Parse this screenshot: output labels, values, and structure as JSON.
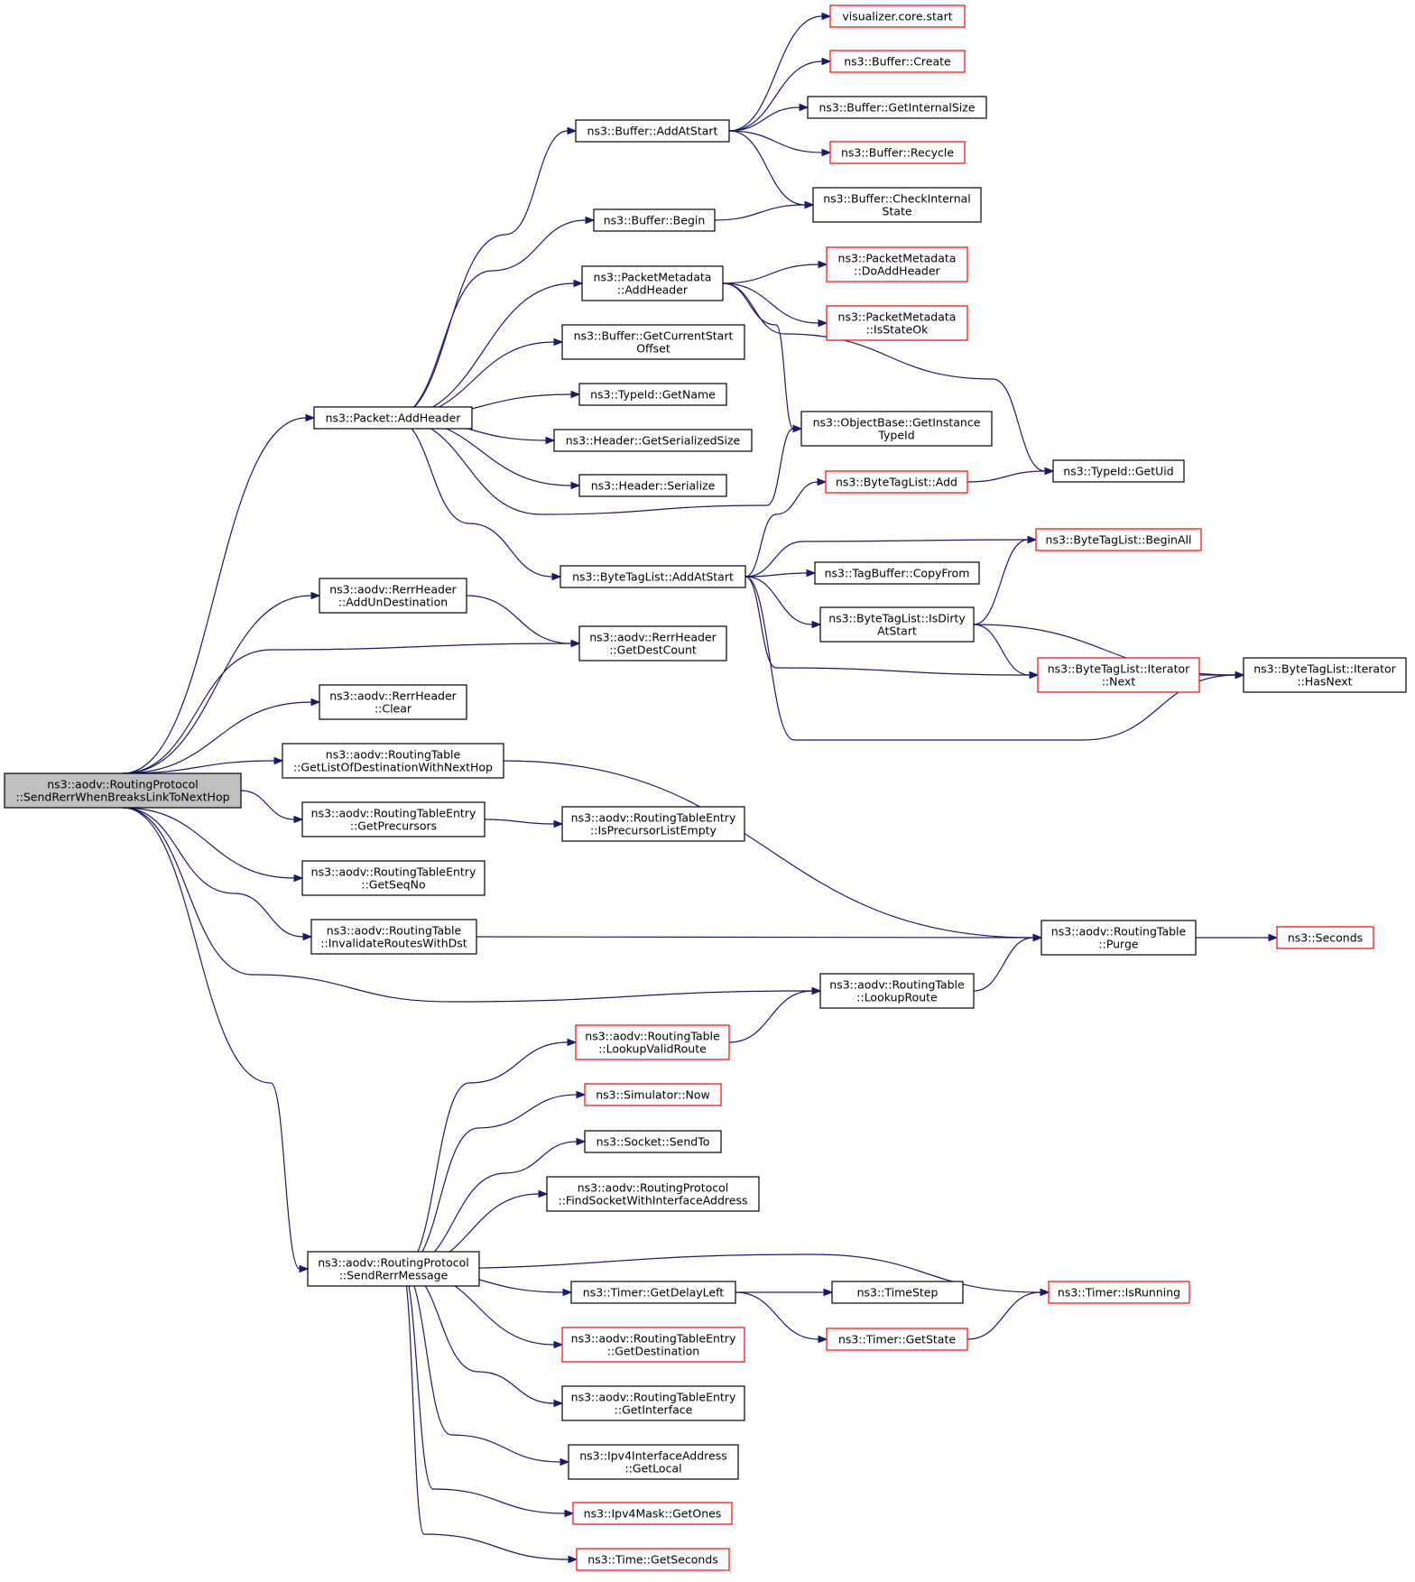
{
  "colors": {
    "edge": "#191970",
    "documented_border": "#000000",
    "undocumented_border": "#ff0000",
    "root_fill": "#bfbfbf",
    "node_fill": "#ffffff"
  },
  "nodes": [
    {
      "id": "root",
      "lines": [
        "ns3::aodv::RoutingProtocol",
        "::SendRerrWhenBreaksLinkToNextHop"
      ],
      "border": "black",
      "root": true
    },
    {
      "id": "packet-addheader",
      "lines": [
        "ns3::Packet::AddHeader"
      ],
      "border": "black"
    },
    {
      "id": "rerrheader-addun",
      "lines": [
        "ns3::aodv::RerrHeader",
        "::AddUnDestination"
      ],
      "border": "black"
    },
    {
      "id": "rerrheader-getdestcount",
      "lines": [
        "ns3::aodv::RerrHeader",
        "::GetDestCount"
      ],
      "border": "black"
    },
    {
      "id": "rerrheader-clear",
      "lines": [
        "ns3::aodv::RerrHeader",
        "::Clear"
      ],
      "border": "black"
    },
    {
      "id": "rt-getlistofdest",
      "lines": [
        "ns3::aodv::RoutingTable",
        "::GetListOfDestinationWithNextHop"
      ],
      "border": "black"
    },
    {
      "id": "rte-getprecursors",
      "lines": [
        "ns3::aodv::RoutingTableEntry",
        "::GetPrecursors"
      ],
      "border": "black"
    },
    {
      "id": "rte-getseqno",
      "lines": [
        "ns3::aodv::RoutingTableEntry",
        "::GetSeqNo"
      ],
      "border": "black"
    },
    {
      "id": "rt-invalidate",
      "lines": [
        "ns3::aodv::RoutingTable",
        "::InvalidateRoutesWithDst"
      ],
      "border": "black"
    },
    {
      "id": "rp-sendrerrmessage",
      "lines": [
        "ns3::aodv::RoutingProtocol",
        "::SendRerrMessage"
      ],
      "border": "black"
    },
    {
      "id": "buffer-addatstart",
      "lines": [
        "ns3::Buffer::AddAtStart"
      ],
      "border": "black"
    },
    {
      "id": "buffer-begin",
      "lines": [
        "ns3::Buffer::Begin"
      ],
      "border": "black"
    },
    {
      "id": "pm-addheader",
      "lines": [
        "ns3::PacketMetadata",
        "::AddHeader"
      ],
      "border": "black"
    },
    {
      "id": "buffer-getcurrentstart",
      "lines": [
        "ns3::Buffer::GetCurrentStart",
        "Offset"
      ],
      "border": "black"
    },
    {
      "id": "typeid-getname",
      "lines": [
        "ns3::TypeId::GetName"
      ],
      "border": "black"
    },
    {
      "id": "header-getsersize",
      "lines": [
        "ns3::Header::GetSerializedSize"
      ],
      "border": "black"
    },
    {
      "id": "header-serialize",
      "lines": [
        "ns3::Header::Serialize"
      ],
      "border": "black"
    },
    {
      "id": "btl-addatstart",
      "lines": [
        "ns3::ByteTagList::AddAtStart"
      ],
      "border": "black"
    },
    {
      "id": "rte-isprecursorempty",
      "lines": [
        "ns3::aodv::RoutingTableEntry",
        "::IsPrecursorListEmpty"
      ],
      "border": "black"
    },
    {
      "id": "rt-lookupvalidroute",
      "lines": [
        "ns3::aodv::RoutingTable",
        "::LookupValidRoute"
      ],
      "border": "red"
    },
    {
      "id": "sim-now",
      "lines": [
        "ns3::Simulator::Now"
      ],
      "border": "red"
    },
    {
      "id": "socket-sendto",
      "lines": [
        "ns3::Socket::SendTo"
      ],
      "border": "black"
    },
    {
      "id": "rp-findsocket",
      "lines": [
        "ns3::aodv::RoutingProtocol",
        "::FindSocketWithInterfaceAddress"
      ],
      "border": "black"
    },
    {
      "id": "timer-getdelayleft",
      "lines": [
        "ns3::Timer::GetDelayLeft"
      ],
      "border": "black"
    },
    {
      "id": "rte-getdestination",
      "lines": [
        "ns3::aodv::RoutingTableEntry",
        "::GetDestination"
      ],
      "border": "red"
    },
    {
      "id": "rte-getinterface",
      "lines": [
        "ns3::aodv::RoutingTableEntry",
        "::GetInterface"
      ],
      "border": "black"
    },
    {
      "id": "ipv4ia-getlocal",
      "lines": [
        "ns3::Ipv4InterfaceAddress",
        "::GetLocal"
      ],
      "border": "black"
    },
    {
      "id": "ipv4mask-getones",
      "lines": [
        "ns3::Ipv4Mask::GetOnes"
      ],
      "border": "red"
    },
    {
      "id": "time-getseconds",
      "lines": [
        "ns3::Time::GetSeconds"
      ],
      "border": "red"
    },
    {
      "id": "visualizer-start",
      "lines": [
        "visualizer.core.start"
      ],
      "border": "red"
    },
    {
      "id": "buffer-create",
      "lines": [
        "ns3::Buffer::Create"
      ],
      "border": "red"
    },
    {
      "id": "buffer-getinternalsize",
      "lines": [
        "ns3::Buffer::GetInternalSize"
      ],
      "border": "black"
    },
    {
      "id": "buffer-recycle",
      "lines": [
        "ns3::Buffer::Recycle"
      ],
      "border": "red"
    },
    {
      "id": "buffer-checkinternal",
      "lines": [
        "ns3::Buffer::CheckInternal",
        "State"
      ],
      "border": "black"
    },
    {
      "id": "pm-doaddheader",
      "lines": [
        "ns3::PacketMetadata",
        "::DoAddHeader"
      ],
      "border": "red"
    },
    {
      "id": "pm-isstateok",
      "lines": [
        "ns3::PacketMetadata",
        "::IsStateOk"
      ],
      "border": "red"
    },
    {
      "id": "ob-getinstancetypeid",
      "lines": [
        "ns3::ObjectBase::GetInstance",
        "TypeId"
      ],
      "border": "black"
    },
    {
      "id": "btl-add",
      "lines": [
        "ns3::ByteTagList::Add"
      ],
      "border": "red"
    },
    {
      "id": "tagbuffer-copyfrom",
      "lines": [
        "ns3::TagBuffer::CopyFrom"
      ],
      "border": "black"
    },
    {
      "id": "btl-isdirty",
      "lines": [
        "ns3::ByteTagList::IsDirty",
        "AtStart"
      ],
      "border": "black"
    },
    {
      "id": "rt-lookuproute",
      "lines": [
        "ns3::aodv::RoutingTable",
        "::LookupRoute"
      ],
      "border": "black"
    },
    {
      "id": "timestep",
      "lines": [
        "ns3::TimeStep"
      ],
      "border": "black"
    },
    {
      "id": "timer-getstate",
      "lines": [
        "ns3::Timer::GetState"
      ],
      "border": "red"
    },
    {
      "id": "typeid-getuid",
      "lines": [
        "ns3::TypeId::GetUid"
      ],
      "border": "black"
    },
    {
      "id": "btl-beginall",
      "lines": [
        "ns3::ByteTagList::BeginAll"
      ],
      "border": "red"
    },
    {
      "id": "btl-iter-next",
      "lines": [
        "ns3::ByteTagList::Iterator",
        "::Next"
      ],
      "border": "red"
    },
    {
      "id": "rt-purge",
      "lines": [
        "ns3::aodv::RoutingTable",
        "::Purge"
      ],
      "border": "black"
    },
    {
      "id": "timer-isrunning",
      "lines": [
        "ns3::Timer::IsRunning"
      ],
      "border": "red"
    },
    {
      "id": "btl-iter-hasnext",
      "lines": [
        "ns3::ByteTagList::Iterator",
        "::HasNext"
      ],
      "border": "black"
    },
    {
      "id": "seconds",
      "lines": [
        "ns3::Seconds"
      ],
      "border": "red"
    }
  ],
  "edges": [
    [
      "root",
      "packet-addheader"
    ],
    [
      "root",
      "rerrheader-addun"
    ],
    [
      "root",
      "rerrheader-getdestcount"
    ],
    [
      "root",
      "rerrheader-clear"
    ],
    [
      "root",
      "rt-getlistofdest"
    ],
    [
      "root",
      "rte-getprecursors"
    ],
    [
      "root",
      "rte-getseqno"
    ],
    [
      "root",
      "rt-invalidate"
    ],
    [
      "root",
      "rt-lookuproute"
    ],
    [
      "root",
      "rp-sendrerrmessage"
    ],
    [
      "packet-addheader",
      "buffer-addatstart"
    ],
    [
      "packet-addheader",
      "buffer-begin"
    ],
    [
      "packet-addheader",
      "pm-addheader"
    ],
    [
      "packet-addheader",
      "buffer-getcurrentstart"
    ],
    [
      "packet-addheader",
      "typeid-getname"
    ],
    [
      "packet-addheader",
      "header-getsersize"
    ],
    [
      "packet-addheader",
      "header-serialize"
    ],
    [
      "packet-addheader",
      "ob-getinstancetypeid"
    ],
    [
      "packet-addheader",
      "btl-addatstart"
    ],
    [
      "buffer-addatstart",
      "visualizer-start"
    ],
    [
      "buffer-addatstart",
      "buffer-create"
    ],
    [
      "buffer-addatstart",
      "buffer-getinternalsize"
    ],
    [
      "buffer-addatstart",
      "buffer-recycle"
    ],
    [
      "buffer-addatstart",
      "buffer-checkinternal"
    ],
    [
      "buffer-begin",
      "buffer-checkinternal"
    ],
    [
      "pm-addheader",
      "pm-doaddheader"
    ],
    [
      "pm-addheader",
      "pm-isstateok"
    ],
    [
      "pm-addheader",
      "ob-getinstancetypeid"
    ],
    [
      "pm-addheader",
      "typeid-getuid"
    ],
    [
      "btl-addatstart",
      "btl-add"
    ],
    [
      "btl-addatstart",
      "btl-beginall"
    ],
    [
      "btl-addatstart",
      "tagbuffer-copyfrom"
    ],
    [
      "btl-addatstart",
      "btl-isdirty"
    ],
    [
      "btl-addatstart",
      "btl-iter-next"
    ],
    [
      "btl-addatstart",
      "btl-iter-hasnext"
    ],
    [
      "btl-add",
      "typeid-getuid"
    ],
    [
      "btl-isdirty",
      "btl-beginall"
    ],
    [
      "btl-isdirty",
      "btl-iter-next"
    ],
    [
      "btl-isdirty",
      "btl-iter-hasnext"
    ],
    [
      "btl-iter-next",
      "btl-iter-hasnext"
    ],
    [
      "rerrheader-addun",
      "rerrheader-getdestcount"
    ],
    [
      "rt-getlistofdest",
      "rt-purge"
    ],
    [
      "rte-getprecursors",
      "rte-isprecursorempty"
    ],
    [
      "rt-invalidate",
      "rt-purge"
    ],
    [
      "rt-lookuproute",
      "rt-purge"
    ],
    [
      "rt-purge",
      "seconds"
    ],
    [
      "rp-sendrerrmessage",
      "rt-lookupvalidroute"
    ],
    [
      "rp-sendrerrmessage",
      "sim-now"
    ],
    [
      "rp-sendrerrmessage",
      "socket-sendto"
    ],
    [
      "rp-sendrerrmessage",
      "rp-findsocket"
    ],
    [
      "rp-sendrerrmessage",
      "timer-isrunning"
    ],
    [
      "rp-sendrerrmessage",
      "timer-getdelayleft"
    ],
    [
      "rp-sendrerrmessage",
      "rte-getdestination"
    ],
    [
      "rp-sendrerrmessage",
      "rte-getinterface"
    ],
    [
      "rp-sendrerrmessage",
      "ipv4ia-getlocal"
    ],
    [
      "rp-sendrerrmessage",
      "ipv4mask-getones"
    ],
    [
      "rp-sendrerrmessage",
      "time-getseconds"
    ],
    [
      "rt-lookupvalidroute",
      "rt-lookuproute"
    ],
    [
      "timer-getdelayleft",
      "timestep"
    ],
    [
      "timer-getdelayleft",
      "timer-getstate"
    ],
    [
      "timer-getstate",
      "timer-isrunning"
    ]
  ]
}
